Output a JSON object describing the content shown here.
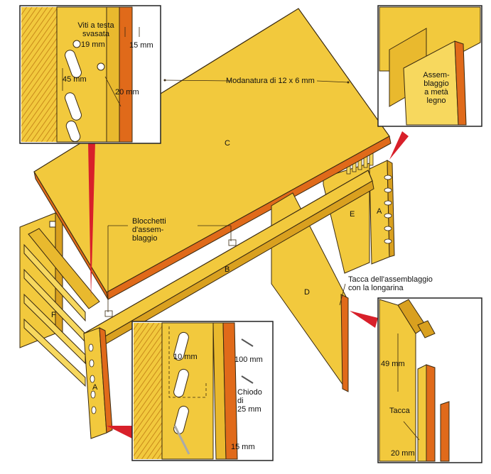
{
  "colors": {
    "wood": "#f2c93d",
    "wood_light": "#f7d85e",
    "wood_dark": "#d9a01f",
    "edge": "#e06a1a",
    "outline": "#3a2a10",
    "pointer": "#d8202a",
    "frame": "#222222",
    "hatch": "#c98a1a"
  },
  "labels": {
    "screws": "Viti a testa svasata",
    "dim_19": "19 mm",
    "dim_15_top": "15 mm",
    "dim_45": "45 mm",
    "dim_20_top": "20 mm",
    "moulding": "Modanatura di 12 x 6 mm",
    "half_lap": "Assem-\nblaggio\na metà\nlegno",
    "blocks": "Blocchetti\nd'assem-\nblaggio",
    "notch_joint": "Tacca dell'assemblaggio\ncon la longarina",
    "dim_10": "10 mm",
    "dim_100": "100 mm",
    "nail": "Chiodo\ndi\n25 mm",
    "dim_15_bottom": "15 mm",
    "dim_49": "49 mm",
    "notch": "Tacca",
    "dim_20_bottom": "20 mm"
  },
  "parts": {
    "a_right": "A",
    "a_left": "A",
    "b": "B",
    "c": "C",
    "d": "D",
    "e": "E",
    "f": "F"
  }
}
